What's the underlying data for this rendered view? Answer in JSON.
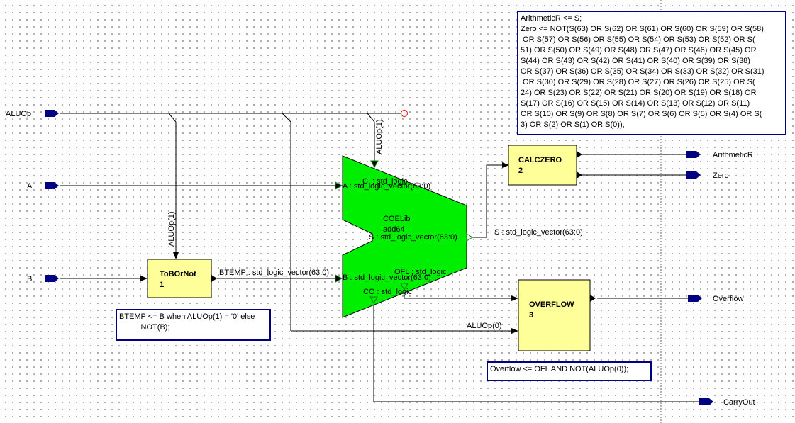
{
  "ports": {
    "in": [
      "ALUOp",
      "A",
      "B"
    ],
    "out": [
      "ArithmeticR",
      "Zero",
      "Overflow",
      "CarryOut"
    ]
  },
  "signals": {
    "aluop1_top": "ALUOp(1)",
    "aluop1_left": "ALUOp(1)",
    "aluop0": "ALUOp(0)",
    "btemp": "BTEMP : std_logic_vector(63:0)",
    "s": "S : std_logic_vector(63:0)"
  },
  "adder": {
    "lib": "COELib",
    "name": "add64",
    "pins": {
      "ci": "CI : std_logic",
      "a": "A : std_logic_vector(63:0)",
      "s": "S : std_logic_vector(63:0)",
      "b": "B : std_logic_vector(63:0)",
      "ofl": "OFL : std_logic",
      "co": "CO : std_logic"
    }
  },
  "blocks": {
    "tobornot": {
      "name": "ToBOrNot",
      "num": "1"
    },
    "calczero": {
      "name": "CALCZERO",
      "num": "2"
    },
    "overflow": {
      "name": "OVERFLOW",
      "num": "3"
    }
  },
  "notes": {
    "zero_code": [
      "ArithmeticR <= S;",
      "Zero <= NOT(S(63) OR S(62) OR S(61) OR S(60) OR S(59) OR S(58)",
      " OR S(57) OR S(56) OR S(55) OR S(54) OR S(53) OR S(52) OR S(",
      "51) OR S(50) OR S(49) OR S(48) OR S(47) OR S(46) OR S(45) OR",
      "S(44) OR S(43) OR S(42) OR S(41) OR S(40) OR S(39) OR S(38)",
      "OR S(37) OR S(36) OR S(35) OR S(34) OR S(33) OR S(32) OR S(31)",
      " OR S(30) OR S(29) OR S(28) OR S(27) OR S(26) OR S(25) OR S(",
      "24) OR S(23) OR S(22) OR S(21) OR S(20) OR S(19) OR S(18) OR",
      "S(17) OR S(16) OR S(15) OR S(14) OR S(13) OR S(12) OR S(11)",
      "OR S(10) OR S(9) OR S(8) OR S(7) OR S(6) OR S(5) OR S(4) OR S(",
      "3) OR S(2) OR S(1) OR S(0));"
    ],
    "btemp_code": [
      "BTEMP <= B when ALUOp(1) = '0' else",
      "          NOT(B);"
    ],
    "overflow_code": [
      "Overflow <= OFL AND NOT(ALUOp(0));"
    ]
  },
  "colors": {
    "wire": "#000000",
    "port": "#000080",
    "block_fill": "#ffff99",
    "adder_fill": "#00ee00",
    "dot_marker": "#ff0000"
  }
}
